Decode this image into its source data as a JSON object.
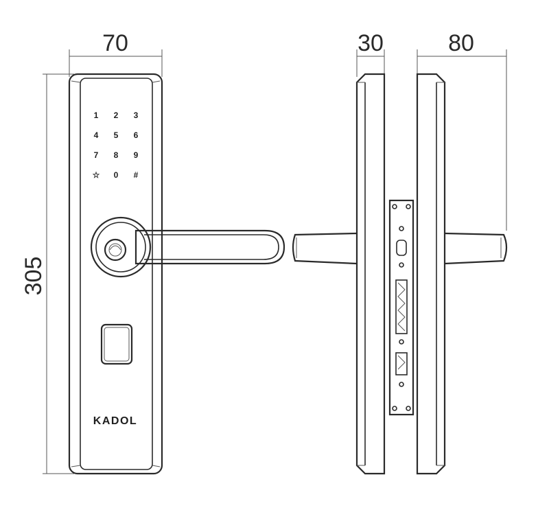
{
  "dimensions": {
    "front_width": "70",
    "height": "305",
    "side_thickness": "30",
    "back_width": "80"
  },
  "keypad": {
    "keys": [
      "1",
      "2",
      "3",
      "4",
      "5",
      "6",
      "7",
      "8",
      "9",
      "☆",
      "0",
      "#"
    ]
  },
  "brand": "KADOL",
  "colors": {
    "line": "#2a2a2a",
    "background": "#ffffff"
  }
}
